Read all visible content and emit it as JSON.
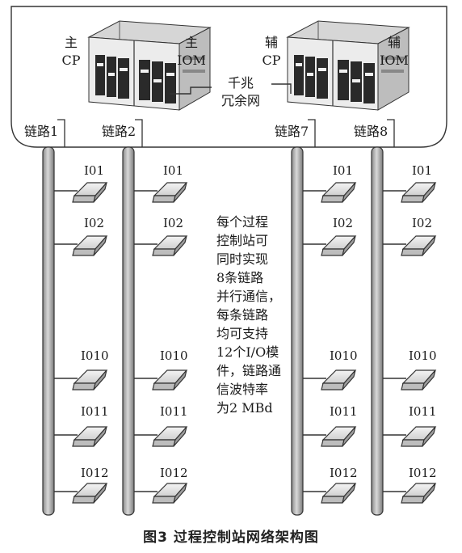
{
  "diagram": {
    "main_cp_label": [
      "主",
      "CP"
    ],
    "main_iom_label": [
      "主",
      "IOM"
    ],
    "aux_cp_label": [
      "辅",
      "CP"
    ],
    "aux_iom_label": [
      "辅",
      "IOM"
    ],
    "network_label": [
      "千兆",
      "冗余网"
    ],
    "links": [
      {
        "label": "链路1"
      },
      {
        "label": "链路2"
      },
      {
        "label": "链路7"
      },
      {
        "label": "链路8"
      }
    ],
    "io_labels": [
      "I01",
      "I02",
      "I010",
      "I011",
      "I012"
    ],
    "note_lines": [
      "每个过程",
      "控制站可",
      "同时实现",
      "8条链路",
      "并行通信，",
      "每条链路",
      "均可支持",
      "12个I/O模",
      "件，链路通",
      "信波特率",
      "为2 MBd"
    ]
  },
  "caption": "图3   过程控制站网络架构图",
  "colors": {
    "line": "#333333",
    "bus_fill": "#b8b8b8",
    "server_fill": "#e6e6e6",
    "panel_dark": "#2a2a2a"
  }
}
